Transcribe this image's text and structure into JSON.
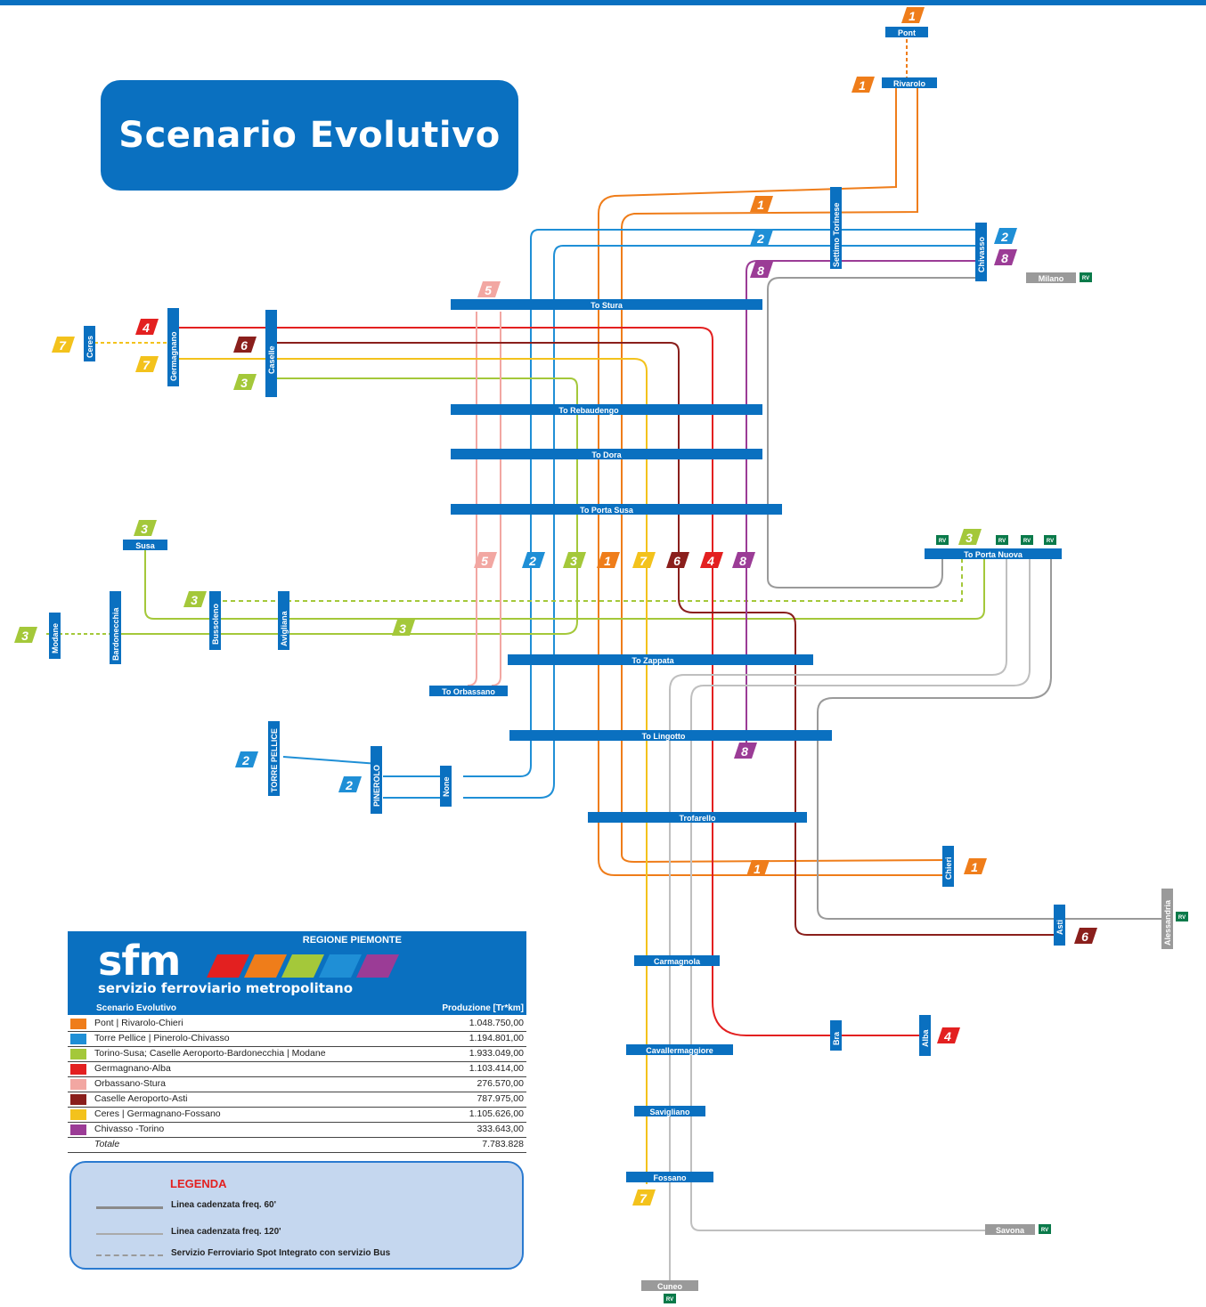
{
  "title": "Scenario Evolutivo",
  "colors": {
    "l1": "#ef7d1a",
    "l2": "#1f8fd6",
    "l3": "#a4c83a",
    "l4": "#e32020",
    "l5": "#f2a7a2",
    "l6": "#8a1f1c",
    "l7": "#f3c21c",
    "l8": "#9b3c96",
    "grey": "#9a9a9a",
    "blue": "#0a70c0"
  },
  "stations": {
    "to_stura": "To Stura",
    "to_rebaudengo": "To Rebaudengo",
    "to_dora": "To Dora",
    "to_porta_susa": "To Porta Susa",
    "to_zappata": "To Zappata",
    "to_lingotto": "To Lingotto",
    "trofarello": "Trofarello",
    "to_porta_nuova": "To Porta Nuova",
    "to_orbassano": "To Orbassano",
    "carmagnola": "Carmagnola",
    "cavallermaggiore": "Cavallermaggiore",
    "savigliano": "Savigliano",
    "fossano": "Fossano",
    "cuneo": "Cuneo",
    "savona": "Savona",
    "milano": "Milano",
    "pont": "Pont",
    "rivarolo": "Rivarolo",
    "susa": "Susa",
    "settimo": "Settimo Torinese",
    "chivasso": "Chivasso",
    "germagnano": "Germagnano",
    "caselle": "Caselle",
    "ceres": "Ceres",
    "bussoleno": "Bussoleno",
    "avigliana": "Avigliana",
    "bardonecchia": "Bardonecchia",
    "modane": "Modane",
    "torre_pellice": "TORRE PELLICE",
    "pinerolo": "PINEROLO",
    "none": "None",
    "chieri": "Chieri",
    "asti": "Asti",
    "alessandria": "Alessandria",
    "bra": "Bra",
    "alba": "Alba"
  },
  "rv_label": "RV",
  "panel": {
    "region": "REGIONE PIEMONTE",
    "brand": "sfm",
    "subtitle": "servizio ferroviario metropolitano",
    "col_scenario": "Scenario Evolutivo",
    "col_production": "Produzione [Tr*km]",
    "rows": [
      {
        "n": "1",
        "name": "Pont | Rivarolo-Chieri",
        "value": "1.048.750,00"
      },
      {
        "n": "2",
        "name": "Torre Pellice | Pinerolo-Chivasso",
        "value": "1.194.801,00"
      },
      {
        "n": "3",
        "name": "Torino-Susa; Caselle Aeroporto-Bardonecchia | Modane",
        "value": "1.933.049,00"
      },
      {
        "n": "4",
        "name": "Germagnano-Alba",
        "value": "1.103.414,00"
      },
      {
        "n": "5",
        "name": "Orbassano-Stura",
        "value": "276.570,00"
      },
      {
        "n": "6",
        "name": "Caselle Aeroporto-Asti",
        "value": "787.975,00"
      },
      {
        "n": "7",
        "name": "Ceres | Germagnano-Fossano",
        "value": "1.105.626,00"
      },
      {
        "n": "8",
        "name": "Chivasso -Torino",
        "value": "333.643,00"
      }
    ],
    "total_label": "Totale",
    "total_value": "7.783.828"
  },
  "legend": {
    "title": "LEGENDA",
    "items": [
      "Linea cadenzata freq. 60'",
      "Linea cadenzata freq. 120'",
      "Servizio Ferroviario Spot Integrato con servizio Bus"
    ]
  }
}
